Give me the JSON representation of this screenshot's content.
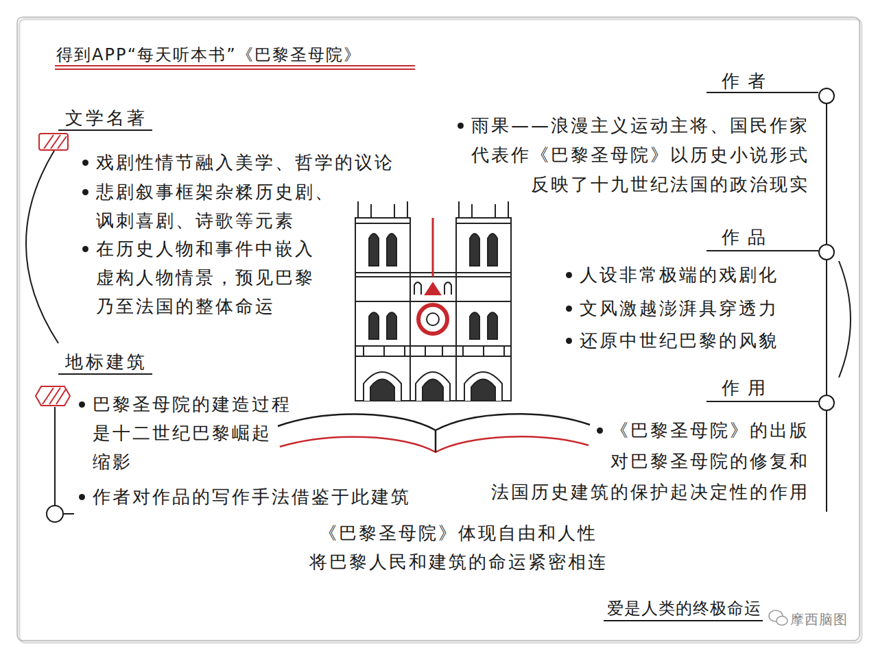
{
  "diagram": {
    "title": "得到APP“每天听本书”《巴黎圣母院》",
    "nodes": [
      {
        "text": [
          "文学名著",
          "戏剧性情节融入美学、哲学的议论",
          "悲剧叙事框架杂糅历史剧、 讽刺喜剧、诗歌等元素",
          "在历史人物和事件中嵌入 虚构人物情景，预见巴黎 乃至法国的整体命运"
        ]
      },
      {
        "text": [
          "地标建筑",
          "巴黎圣母院的建造过程 是十二世纪巴黎崛起 缩影",
          "作者对作品的写作手法借鉴于此建筑"
        ]
      },
      {
        "text": [
          "作者",
          "雨果——浪漫主义运动主将、国民作家 代表作《巴黎圣母院》以历史小说形式 反映了十九世纪法国的政治现实"
        ]
      },
      {
        "text": [
          "作品",
          "人设非常极端的戏剧化",
          "文风激越澎湃具穿透力",
          "还原中世纪巴黎的风貌"
        ]
      },
      {
        "text": [
          "作用",
          "《巴黎圣母院》的出版 对巴黎圣母院的修复和 法国历史建筑的保护起决定性的作用"
        ]
      }
    ],
    "edges": [
      {
        "from": 0,
        "to": 1,
        "arrow": "none"
      },
      {
        "from": 2,
        "to": 3,
        "arrow": "none"
      },
      {
        "from": 3,
        "to": 4,
        "arrow": "none"
      },
      {
        "from": 3,
        "to": 4,
        "arrow": "none"
      }
    ],
    "labels": [
      "《巴黎圣母院》体现自由和人性 将巴黎人民和建筑的命运紧密相连",
      "爱是人类的终极命运",
      "摩西脑图"
    ]
  }
}
